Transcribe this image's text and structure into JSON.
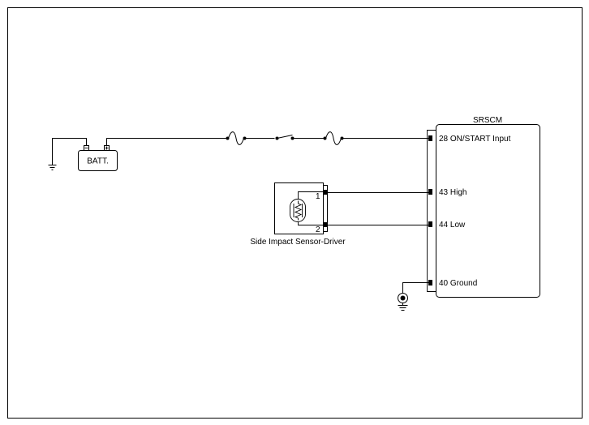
{
  "diagram": {
    "module": {
      "title": "SRSCM",
      "pins": [
        {
          "id": "on-start",
          "label": "28 ON/START Input"
        },
        {
          "id": "high",
          "label": "43 High"
        },
        {
          "id": "low",
          "label": "44 Low"
        },
        {
          "id": "ground",
          "label": "40 Ground"
        }
      ]
    },
    "battery": {
      "label": "BATT."
    },
    "sensor": {
      "label": "Side Impact Sensor-Driver",
      "pin1": "1",
      "pin2": "2"
    }
  }
}
